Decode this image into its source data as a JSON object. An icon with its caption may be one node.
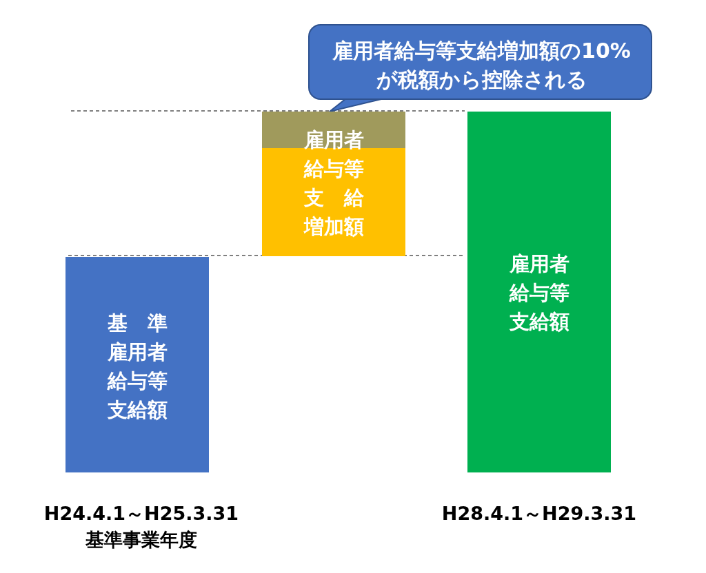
{
  "diagram": {
    "nodes": [
      {
        "text": [
          "雇用者給与等支給増加額の10%が税額から控除される"
        ]
      },
      {
        "text": [
          "基　準雇用者給与等支給額"
        ]
      },
      {
        "text": [
          "雇用者給与等支　給増加額"
        ]
      },
      {
        "text": [],
        "shape": "bar",
        "in": 2
      },
      {
        "text": [
          "雇用者給与等支給額"
        ]
      }
    ],
    "edges": [
      {
        "from": 0,
        "to": 3,
        "arrow": "none"
      }
    ],
    "labels": [
      "H24.4.1～H25.3.31",
      "基準事業年度",
      "H28.4.1～H29.3.31"
    ]
  }
}
